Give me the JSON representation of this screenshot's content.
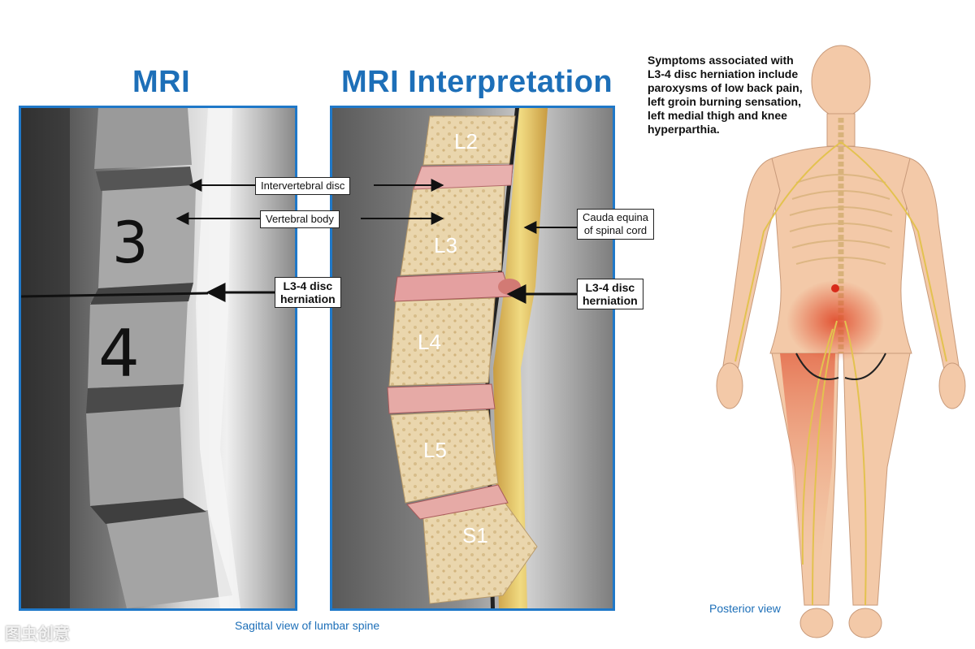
{
  "titles": {
    "mri": "MRI",
    "interpretation": "MRI Interpretation"
  },
  "mri_handwriting": {
    "upper": "3",
    "lower": "4"
  },
  "vertebrae": [
    "L2",
    "L3",
    "L4",
    "L5",
    "S1"
  ],
  "labels": {
    "intervertebral_disc": "Intervertebral disc",
    "vertebral_body": "Vertebral body",
    "herniation_left_line1": "L3-4 disc",
    "herniation_left_line2": "herniation",
    "cauda_line1": "Cauda equina",
    "cauda_line2": "of spinal cord",
    "herniation_right_line1": "L3-4 disc",
    "herniation_right_line2": "herniation"
  },
  "captions": {
    "sagittal": "Sagittal view of lumbar spine",
    "posterior": "Posterior view"
  },
  "symptoms_text": "Symptoms associated with L3-4 disc herniation include paroxysms of low back pain, left groin burning sensation, left medial thigh and knee hyperparthia.",
  "watermark": "图虫创意",
  "colors": {
    "accent_blue": "#1f78c8",
    "bone": "#e9d5ae",
    "disc": "#e4a9a9",
    "nerve": "#e3c24f",
    "skin": "#f3c9a8",
    "inflammation": "#e04a2a"
  }
}
